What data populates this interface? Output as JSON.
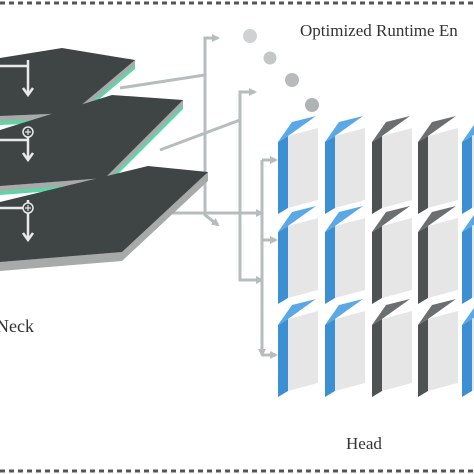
{
  "diagram": {
    "title": "Optimized Runtime En",
    "neck_label": "Neck",
    "head_label": "Head",
    "colors": {
      "layer_top": "#3f4444",
      "layer_bottom": "#a8aaaa",
      "layer_accent_green": "#5fd4a6",
      "blue_face": "#3d8fd4",
      "dark_face": "#4e5252",
      "light_face": "#e6e6e6",
      "arrow": "#b7bcbc",
      "dashed_border": "#555555"
    },
    "neck_layers": [
      {
        "name": "neck-layer-1",
        "accent": "green"
      },
      {
        "name": "neck-layer-2",
        "accent": "green"
      },
      {
        "name": "neck-layer-3",
        "accent": "gray"
      }
    ],
    "head_grid": {
      "rows": 3,
      "columns": 5,
      "column_styles": [
        "blue",
        "blue",
        "dark",
        "dark",
        "blue"
      ]
    },
    "dots": 4
  }
}
